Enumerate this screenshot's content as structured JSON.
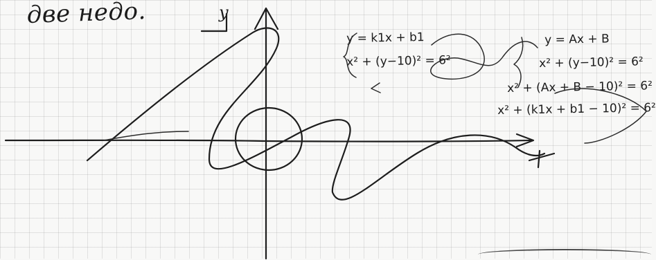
{
  "notes": {
    "top": "две недо.",
    "y_axis": "y"
  },
  "equations": {
    "left_line_1": "y = k1x + b1",
    "left_line_2": "x² + (y−10)² = 6²",
    "right_line_1": "y = Ax + B",
    "right_line_2": "x² + (y−10)² = 6²",
    "right_line_3": "x² + (Ax + B − 10)² = 6²",
    "right_line_4": "x² + (k1x + b1 − 10)² = 6²"
  }
}
